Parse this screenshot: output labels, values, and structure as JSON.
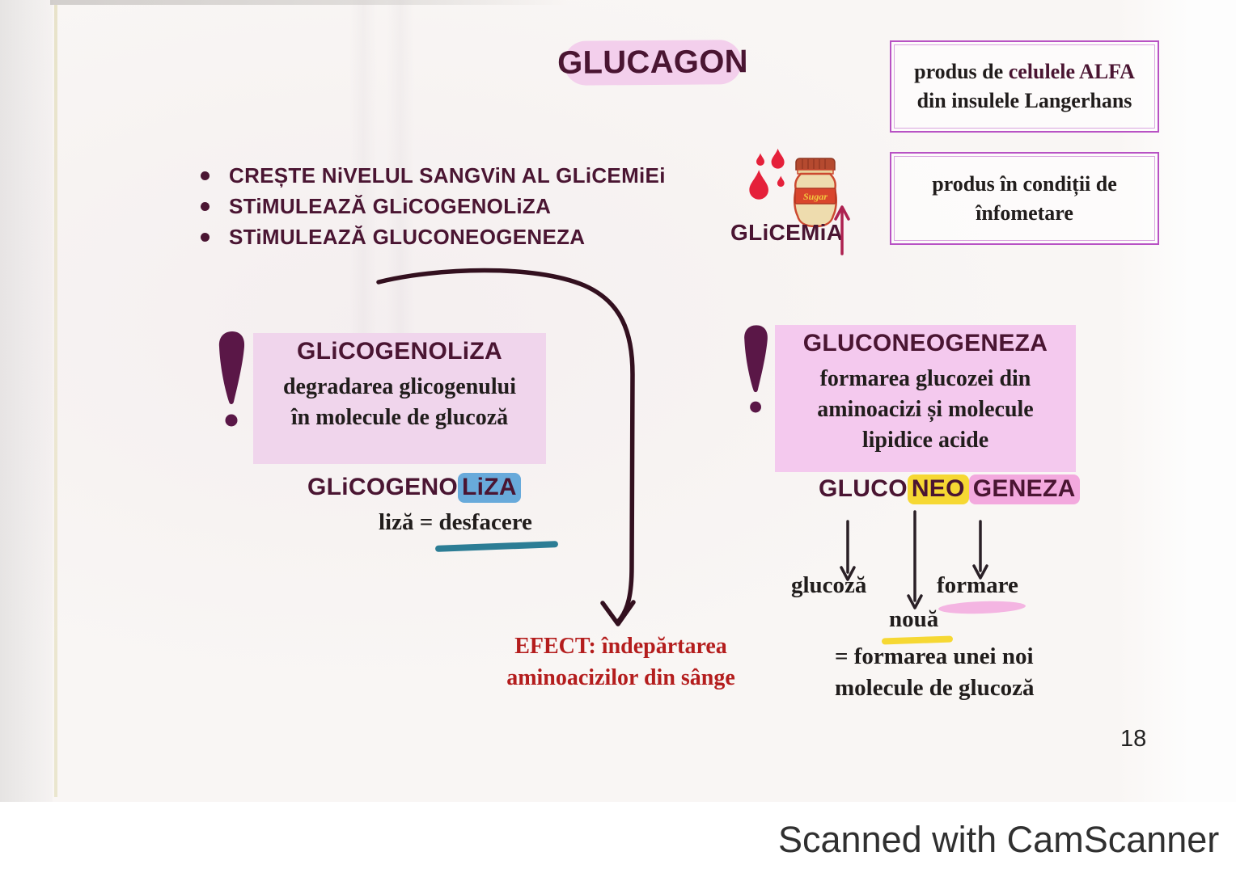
{
  "title": {
    "text": "GLUCAGON"
  },
  "bullets": {
    "items": [
      "CREȘTE NiVELUL SANGViN AL GLiCEMiEi",
      "STiMULEAZĂ GLiCOGENOLiZA",
      "STiMULEAZĂ GLUCONEOGENEZA"
    ]
  },
  "alpha_box": {
    "line1_prefix": "produs de ",
    "line1_accent": "celulele ALFA",
    "line2": "din insulele Langerhans"
  },
  "hunger_box": {
    "line1": "produs în condiții de",
    "line2": "înfometare"
  },
  "glicemia": {
    "label": "GLiCEMiA",
    "jar_label": "Sugar"
  },
  "glycogenolysis": {
    "box_title": "GLiCOGENOLiZA",
    "box_line1": "degradarea glicogenului",
    "box_line2": "în molecule de glucoză",
    "word_prefix": "GLiCOGENO",
    "word_highlight": "LiZA",
    "definition_prefix": "liză = ",
    "definition_term": "desfacere"
  },
  "gluconeogenesis": {
    "box_title": "GLUCONEOGENEZA",
    "box_line1": "formarea glucozei din",
    "box_line2": "aminoacizi și molecule",
    "box_line3": "lipidice acide",
    "word_part1": "GLUCO",
    "word_part2": "NEO",
    "word_part3": "GENEZA",
    "gluco_meaning": "glucoză",
    "neo_meaning": "nouă",
    "geneza_meaning": "formare",
    "equals_line1": "= formarea unei noi",
    "equals_line2": "molecule de glucoză"
  },
  "effect": {
    "line1": "EFECT: îndepărtarea",
    "line2": "aminoacizilor din sânge"
  },
  "footer": {
    "page_number": "18",
    "watermark": "Scanned with CamScanner"
  },
  "icons": {
    "glicemia_drops": "blood-drops",
    "glicemia_jar": "sugar-jar",
    "glicemia_arrow": "arrow-up",
    "emphasis_left": "exclamation-mark",
    "emphasis_right": "exclamation-mark",
    "flow_arrow": "curved-arrow-down",
    "breakdown_arrows": "arrow-down"
  },
  "colors": {
    "maroon": "#4a1532",
    "ink": "#33101f",
    "pink_highlight": "#f3cfec",
    "box_border": "#b852c4",
    "pink_box_left": "#f0d5ec",
    "pink_box_right": "#f4c9ee",
    "blue_highlight": "#68aadb",
    "teal_underline": "#2c7d95",
    "yellow_marker": "#f6d833",
    "pink_marker": "#f3a9de",
    "red_text": "#b41d1d",
    "drop_red": "#e5203a"
  }
}
